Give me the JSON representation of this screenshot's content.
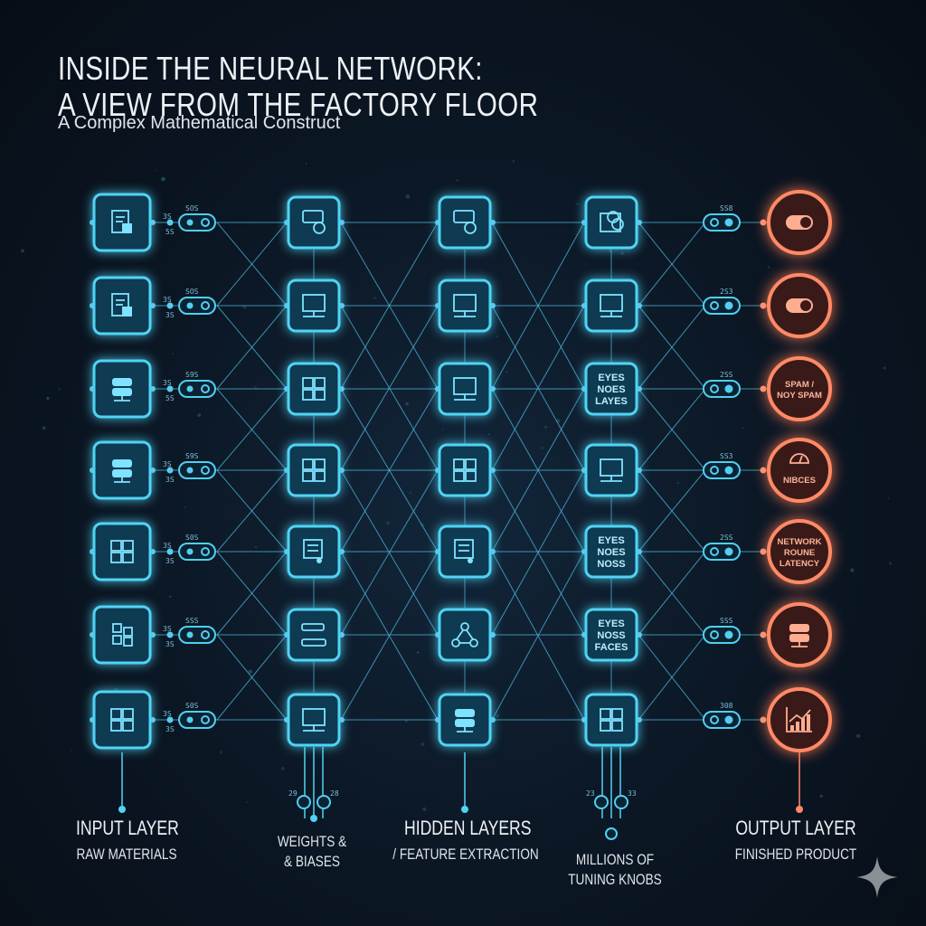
{
  "header": {
    "title_line1": "INSIDE THE NEURAL NETWORK:",
    "title_line2": "A VIEW FROM THE FACTORY FLOOR",
    "subtitle": "A Complex Mathematical Construct"
  },
  "colors": {
    "background": "#0a1420",
    "node_accent": "#4fd4f5",
    "node_fill": "#0e3a52",
    "output_accent": "#ff8a66",
    "output_fill": "#3a1a18",
    "text": "#eef2f5"
  },
  "layers": {
    "input": {
      "title": "INPUT LAYER",
      "subtitle": "RAW MATERIALS",
      "nodes": [
        {
          "icon": "document-settings-icon"
        },
        {
          "icon": "document-add-icon"
        },
        {
          "icon": "database-icon"
        },
        {
          "icon": "database-icon"
        },
        {
          "icon": "dashboard-grid-icon"
        },
        {
          "icon": "blocks-icon"
        },
        {
          "icon": "image-grid-icon"
        }
      ],
      "connector_labels": [
        {
          "top": "SOS",
          "left_top": "3S",
          "left_bottom": "5S"
        },
        {
          "top": "SOS",
          "left_top": "3S",
          "left_bottom": "3S"
        },
        {
          "top": "S9S",
          "left_top": "3S",
          "left_bottom": "5S"
        },
        {
          "top": "S9S",
          "left_top": "3S",
          "left_bottom": "3S"
        },
        {
          "top": "S0S",
          "left_top": "3S",
          "left_bottom": "3S"
        },
        {
          "top": "SSS",
          "left_top": "3S",
          "left_bottom": "3S"
        },
        {
          "top": "S0S",
          "left_top": "3S",
          "left_bottom": "3S"
        }
      ]
    },
    "weights": {
      "title_line1": "WEIGHTS &",
      "title_line2": "& BIASES",
      "nodes": [
        {
          "icon": "message-settings-icon"
        },
        {
          "icon": "monitor-network-icon"
        },
        {
          "icon": "widget-grid-icon"
        },
        {
          "icon": "image-grid-icon"
        },
        {
          "icon": "checklist-icon"
        },
        {
          "icon": "flow-forms-icon"
        },
        {
          "icon": "blueprint-icon"
        }
      ],
      "knob_labels": [
        "29",
        "28"
      ]
    },
    "hidden": {
      "title": "HIDDEN LAYERS",
      "subtitle": "/ FEATURE EXTRACTION",
      "nodes": [
        {
          "icon": "message-settings-icon"
        },
        {
          "icon": "monitor-network-icon"
        },
        {
          "icon": "frame-icon"
        },
        {
          "icon": "layout-grid-icon"
        },
        {
          "icon": "form-settings-icon"
        },
        {
          "icon": "hierarchy-icon"
        },
        {
          "icon": "server-icon"
        }
      ]
    },
    "knobs": {
      "title_line1": "MILLIONS OF",
      "title_line2": "TUNING KNOBS",
      "nodes": [
        {
          "icon": "gears-icon",
          "text": []
        },
        {
          "icon": "blueprint-icon",
          "text": []
        },
        {
          "icon": "",
          "text": [
            "EYES",
            "NOES",
            "LAYES"
          ]
        },
        {
          "icon": "frame-icon",
          "text": []
        },
        {
          "icon": "",
          "text": [
            "EYES",
            "NOES",
            "NOSS"
          ]
        },
        {
          "icon": "",
          "text": [
            "EYES",
            "NOSS",
            "FACES"
          ]
        },
        {
          "icon": "image-grid-icon",
          "text": []
        }
      ],
      "connector_labels": [
        "SS8",
        "2S3",
        "2SS",
        "SS3",
        "2SS",
        "SSS",
        "308"
      ],
      "knob_labels": [
        "23",
        "33"
      ]
    },
    "output": {
      "title": "OUTPUT LAYER",
      "subtitle": "FINISHED PRODUCT",
      "nodes": [
        {
          "icon": "toggle-icon",
          "text": []
        },
        {
          "icon": "toggle-icon",
          "text": []
        },
        {
          "icon": "",
          "text": [
            "SPAM /",
            "NOY SPAM"
          ]
        },
        {
          "icon": "gauge-icon",
          "text": [
            "NIBCES"
          ]
        },
        {
          "icon": "",
          "text": [
            "NETWORK",
            "ROUNE",
            "LATENCY"
          ]
        },
        {
          "icon": "server-icon",
          "text": []
        },
        {
          "icon": "bar-chart-icon",
          "text": []
        }
      ]
    }
  }
}
